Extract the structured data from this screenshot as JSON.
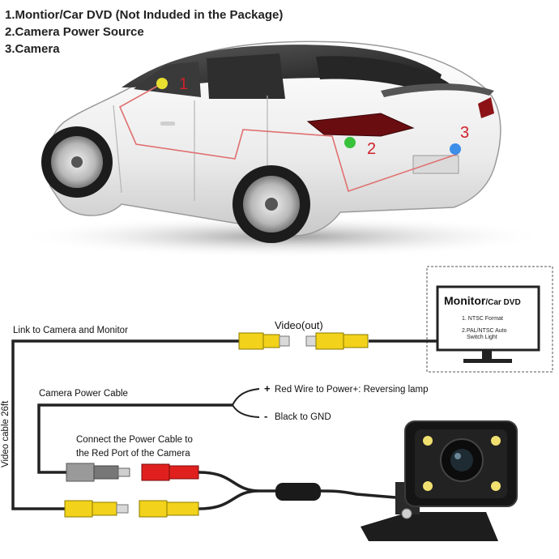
{
  "legend": {
    "item1": "1.Montior/Car DVD (Not Induded in the Package)",
    "item2": "2.Camera Power Source",
    "item3": "3.Camera"
  },
  "markers": {
    "m1": "1",
    "m2": "2",
    "m3": "3"
  },
  "monitor": {
    "title_main": "Monitor",
    "title_sub": "/Car DVD",
    "spec1": "1. NTSC Format",
    "spec2a": "2.PAL/NTSC Auto",
    "spec2b": "Switch Light"
  },
  "labels": {
    "video_out": "Video(out)",
    "link": "Link to Camera and Monitor",
    "video_cable": "Video cable 26ft",
    "power_cable": "Camera Power Cable",
    "plus": "+",
    "minus": "-",
    "red_wire": "Red Wire to Power+: Reversing lamp",
    "black_wire": "Black to GND",
    "connect1": "Connect the Power Cable to",
    "connect2": "the Red Port of the Camera"
  },
  "colors": {
    "rca_yellow": "#f2d21a",
    "rca_red": "#e0201e",
    "marker_yellow": "#e8e030",
    "marker_green": "#39c23c",
    "marker_blue": "#3d8ee8",
    "route_line": "#e07070"
  }
}
